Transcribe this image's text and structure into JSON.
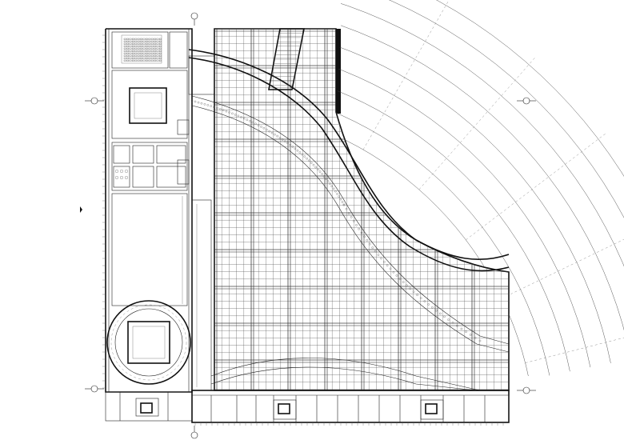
{
  "drawing": {
    "kind": "architectural floor plan",
    "line_color": "#111111",
    "background": "#ffffff"
  },
  "section_markers": [
    {
      "id": "marker-upper-left",
      "glyph": "section-arrow-icon"
    },
    {
      "id": "marker-upper-right",
      "glyph": "section-arrow-icon"
    },
    {
      "id": "marker-lower-left",
      "glyph": "section-arrow-icon"
    },
    {
      "id": "marker-lower-right",
      "glyph": "section-arrow-icon"
    },
    {
      "id": "marker-middle-left",
      "glyph": "section-arrow-icon"
    },
    {
      "id": "marker-top-center",
      "glyph": "section-arrow-icon"
    },
    {
      "id": "marker-bottom-center",
      "glyph": "section-arrow-icon"
    }
  ],
  "labels": {
    "top_room": "",
    "lobby": "",
    "hall": "",
    "rotunda": ""
  }
}
